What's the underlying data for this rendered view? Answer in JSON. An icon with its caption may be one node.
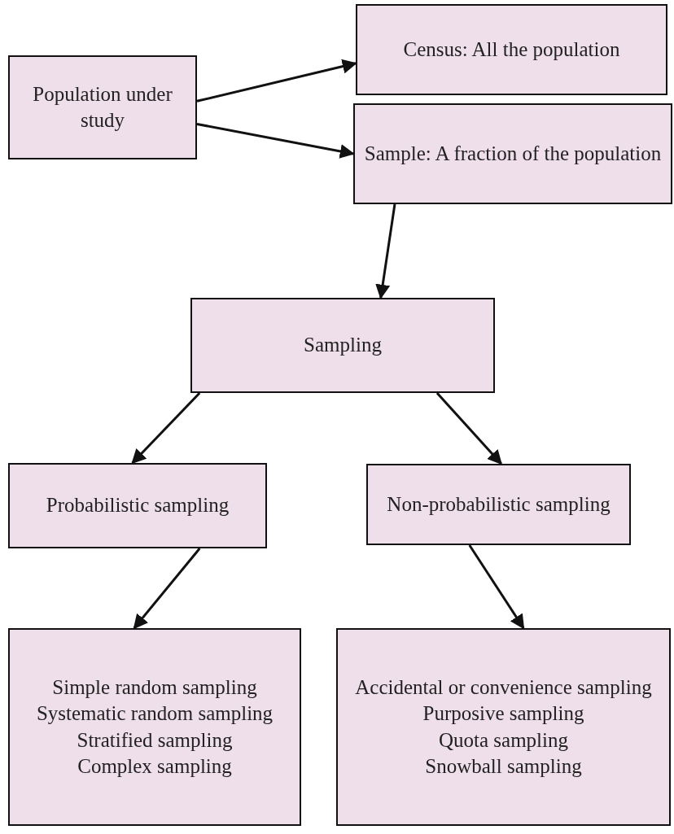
{
  "diagram": {
    "nodes": [
      {
        "text": [
          "Population under study"
        ]
      },
      {
        "text": [
          "Census: All the population"
        ]
      },
      {
        "text": [
          "Sample: A fraction of the population"
        ]
      },
      {
        "text": [
          "Sampling"
        ]
      },
      {
        "text": [
          "Probabilistic sampling"
        ]
      },
      {
        "text": [
          "Non-probabilistic sampling"
        ]
      },
      {
        "text": [
          "Simple random sampling",
          "Systematic random sampling",
          "Stratified sampling",
          "Complex sampling"
        ]
      },
      {
        "text": [
          "Accidental or convenience sampling",
          "Purposive sampling",
          "Quota sampling",
          "Snowball sampling"
        ]
      }
    ],
    "edges": [
      {
        "from": 0,
        "to": 1,
        "arrow": "to"
      },
      {
        "from": 0,
        "to": 2,
        "arrow": "to"
      },
      {
        "from": 2,
        "to": 3,
        "arrow": "to"
      },
      {
        "from": 3,
        "to": 4,
        "arrow": "to"
      },
      {
        "from": 3,
        "to": 5,
        "arrow": "to"
      },
      {
        "from": 4,
        "to": 6,
        "arrow": "to"
      },
      {
        "from": 5,
        "to": 7,
        "arrow": "to"
      }
    ]
  }
}
